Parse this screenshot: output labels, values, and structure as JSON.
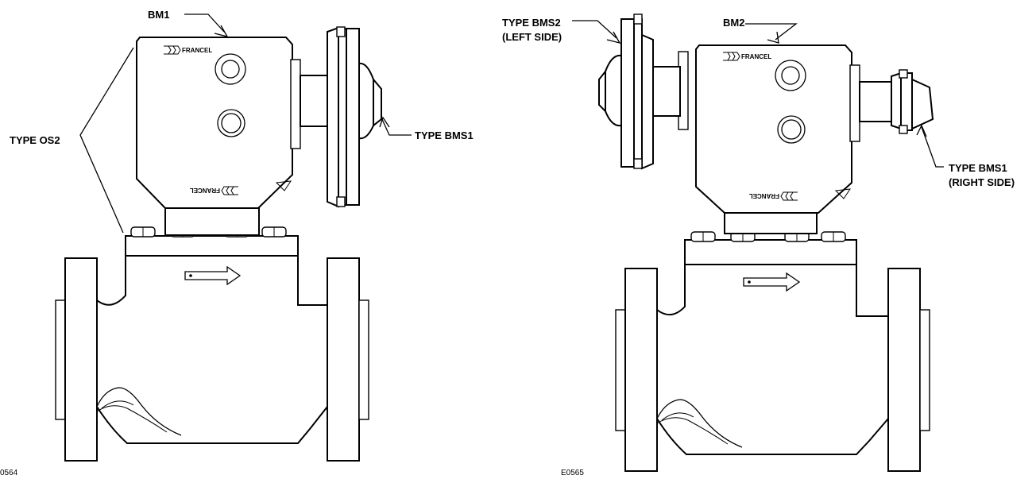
{
  "left_figure": {
    "title_label": "BM1",
    "type_os2_label": "TYPE OS2",
    "type_bms1_label": "TYPE BMS1",
    "brand_top": "FRANCEL",
    "brand_bottom": "FRANCEL",
    "figure_code": "0564"
  },
  "right_figure": {
    "title_label": "BM2",
    "type_bms2_label_line1": "TYPE BMS2",
    "type_bms2_label_line2": "(LEFT SIDE)",
    "type_bms1_label_line1": "TYPE BMS1",
    "type_bms1_label_line2": "(RIGHT SIDE)",
    "brand_top": "FRANCEL",
    "brand_bottom": "FRANCEL",
    "figure_code": "E0565"
  }
}
